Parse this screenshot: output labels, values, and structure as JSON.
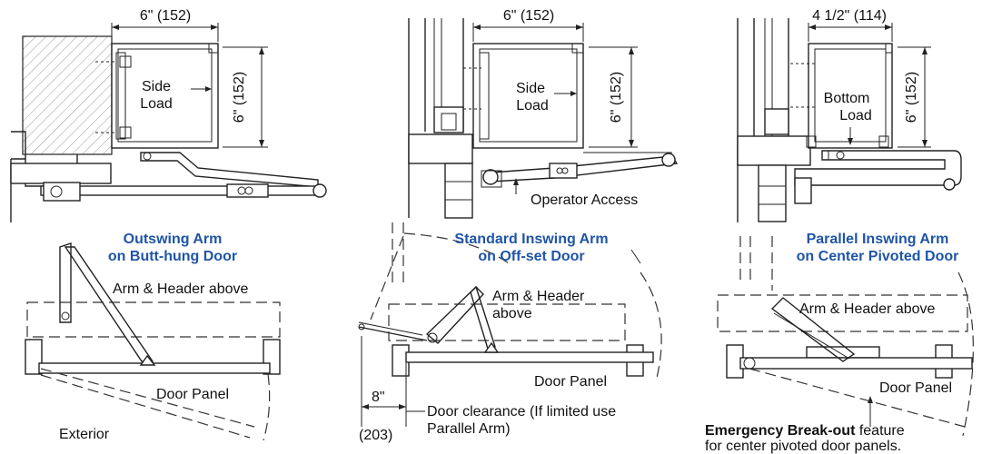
{
  "dims": {
    "d1_width": "6\" (152)",
    "d1_height": "6\" (152)",
    "d2_width": "6\" (152)",
    "d2_height": "6\" (152)",
    "d3_width": "4 1/2\" (114)",
    "d3_height": "6\" (152)"
  },
  "labels": {
    "side_load_1_line1": "Side",
    "side_load_1_line2": "Load",
    "side_load_2_line1": "Side",
    "side_load_2_line2": "Load",
    "bottom_load_line1": "Bottom",
    "bottom_load_line2": "Load",
    "operator_access": "Operator Access"
  },
  "titles": {
    "outswing_line1": "Outswing Arm",
    "outswing_line2": "on Butt-hung Door",
    "standard_line1": "Standard Inswing Arm",
    "standard_line2": "on Off-set Door",
    "parallel_line1": "Parallel Inswing Arm",
    "parallel_line2": "on Center Pivoted Door"
  },
  "plan_labels": {
    "p1_arm_header": "Arm & Header above",
    "p1_door_panel": "Door Panel",
    "p1_exterior": "Exterior",
    "p2_arm_header_line1": "Arm & Header",
    "p2_arm_header_line2": "above",
    "p2_door_panel": "Door Panel",
    "p2_clearance_in": "8\"",
    "p2_clearance_mm": "(203)",
    "p2_clearance_line1": "Door clearance (If limited use",
    "p2_clearance_line2": "Parallel Arm)",
    "p3_arm_header": "Arm & Header above",
    "p3_door_panel": "Door Panel",
    "p3_note_bold": "Emergency Break-out",
    "p3_note_rest": " feature",
    "p3_note_line2": "for center pivoted door panels."
  }
}
